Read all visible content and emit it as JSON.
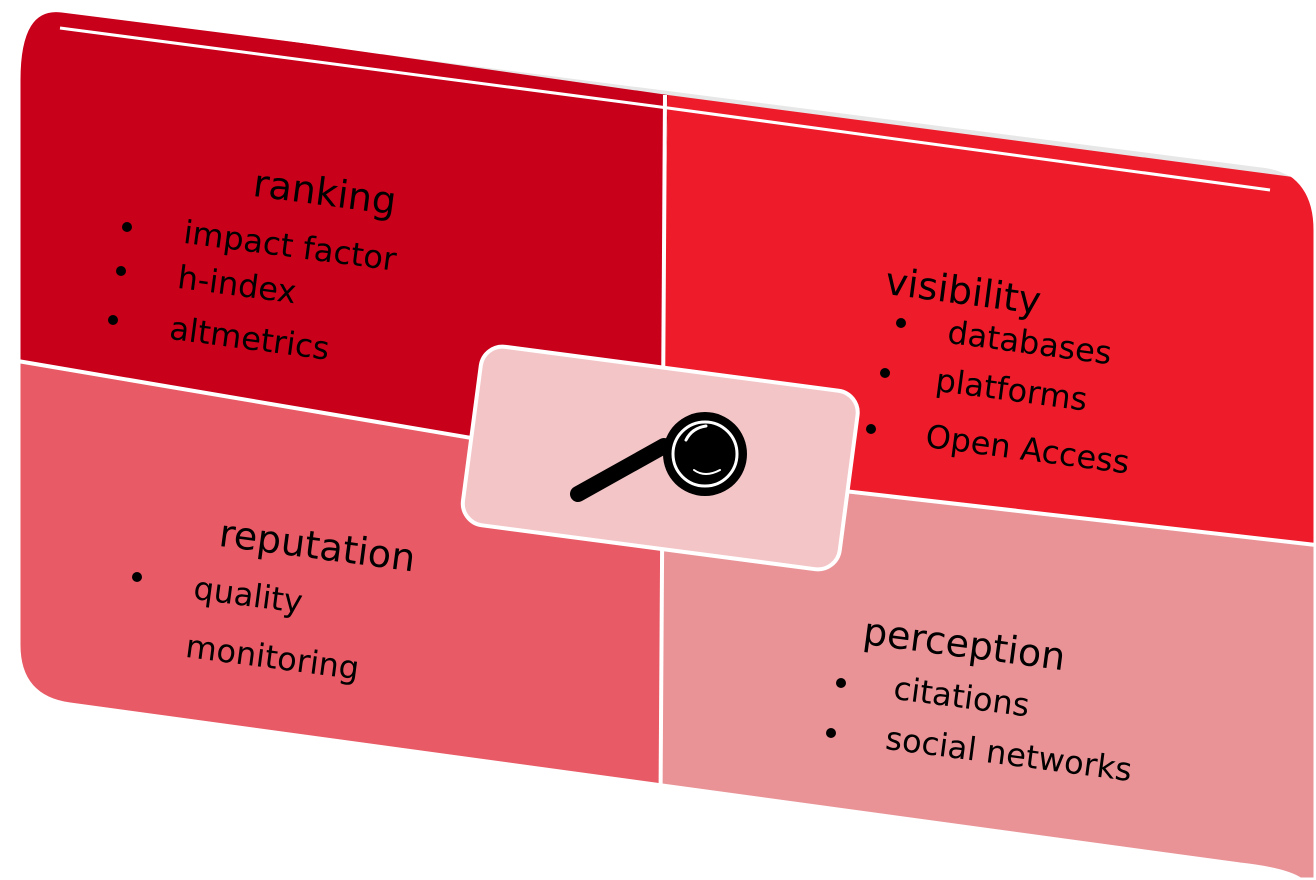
{
  "colors": {
    "ranking": "#c8001a",
    "visibility": "#ee1c2b",
    "reputation": "#e85a65",
    "perception": "#e99397",
    "center": "#f3c5c7",
    "divider": "#ffffff",
    "text": "#000000"
  },
  "quadrants": {
    "ranking": {
      "title": "ranking",
      "items": [
        "impact factor",
        "h-index",
        "altmetrics"
      ]
    },
    "visibility": {
      "title": "visibility",
      "items": [
        "databases",
        "platforms",
        "Open Access"
      ]
    },
    "reputation": {
      "title": "reputation",
      "items": [
        "quality",
        "monitoring"
      ]
    },
    "perception": {
      "title": "perception",
      "items": [
        "citations",
        "social networks"
      ]
    }
  },
  "center": {
    "icon": "magnifying-glass-icon"
  }
}
